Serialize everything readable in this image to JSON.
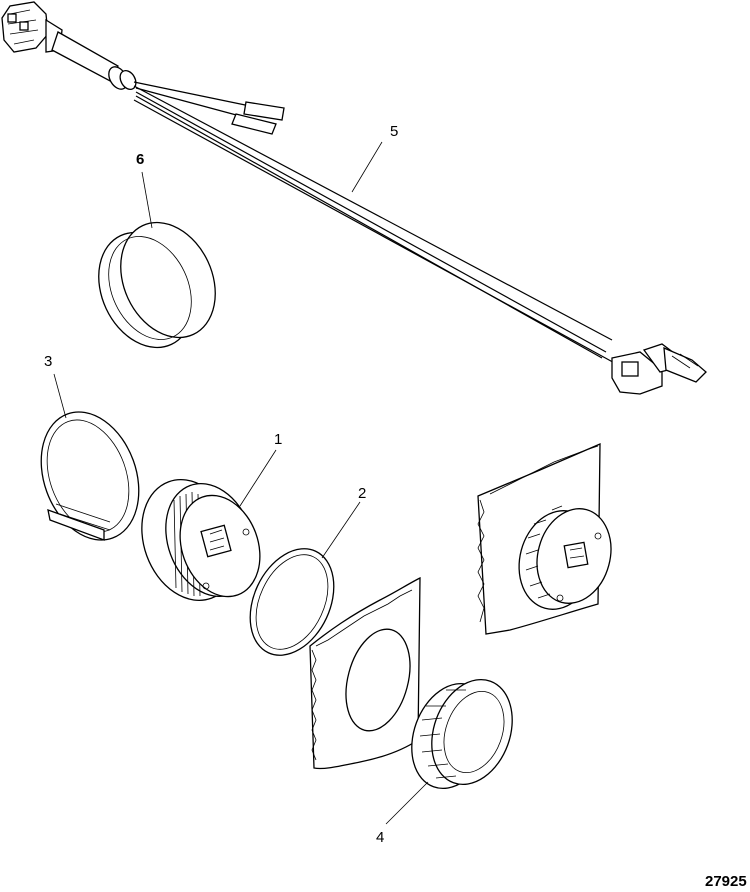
{
  "callouts": {
    "one": "1",
    "two": "2",
    "three": "3",
    "four": "4",
    "five": "5",
    "six": "6"
  },
  "figure_id": "27925"
}
